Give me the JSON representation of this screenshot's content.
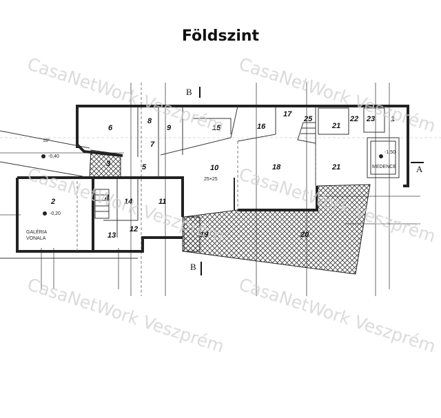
{
  "title": "Földszint",
  "watermark": "CasaNetWork Veszprém",
  "rooms": {
    "r1": "1",
    "r2": "2",
    "r3": "3",
    "r4": "4",
    "r5": "5",
    "r6": "6",
    "r7": "7",
    "r8": "8",
    "r9": "9",
    "r10": "10",
    "r11": "11",
    "r12": "12",
    "r13": "13",
    "r14": "14",
    "r15": "15",
    "r16": "16",
    "r17": "17",
    "r18": "18",
    "r19": "19",
    "r20": "20",
    "r21a": "21",
    "r21b": "21",
    "r22": "22",
    "r23": "23",
    "r25": "25"
  },
  "notes": {
    "level_a": "-0,40",
    "level_b": "-0,20",
    "level_pool": "-1,50",
    "pool": "MEDENCE",
    "gallery_1": "GALÉRIA",
    "gallery_2": "VONALA",
    "size_10": "25×25",
    "angle": "18°"
  },
  "sections": {
    "top": "B",
    "bottom": "B",
    "right": "A"
  },
  "colors": {
    "line": "#222222",
    "watermark": "#cfcfcf"
  }
}
